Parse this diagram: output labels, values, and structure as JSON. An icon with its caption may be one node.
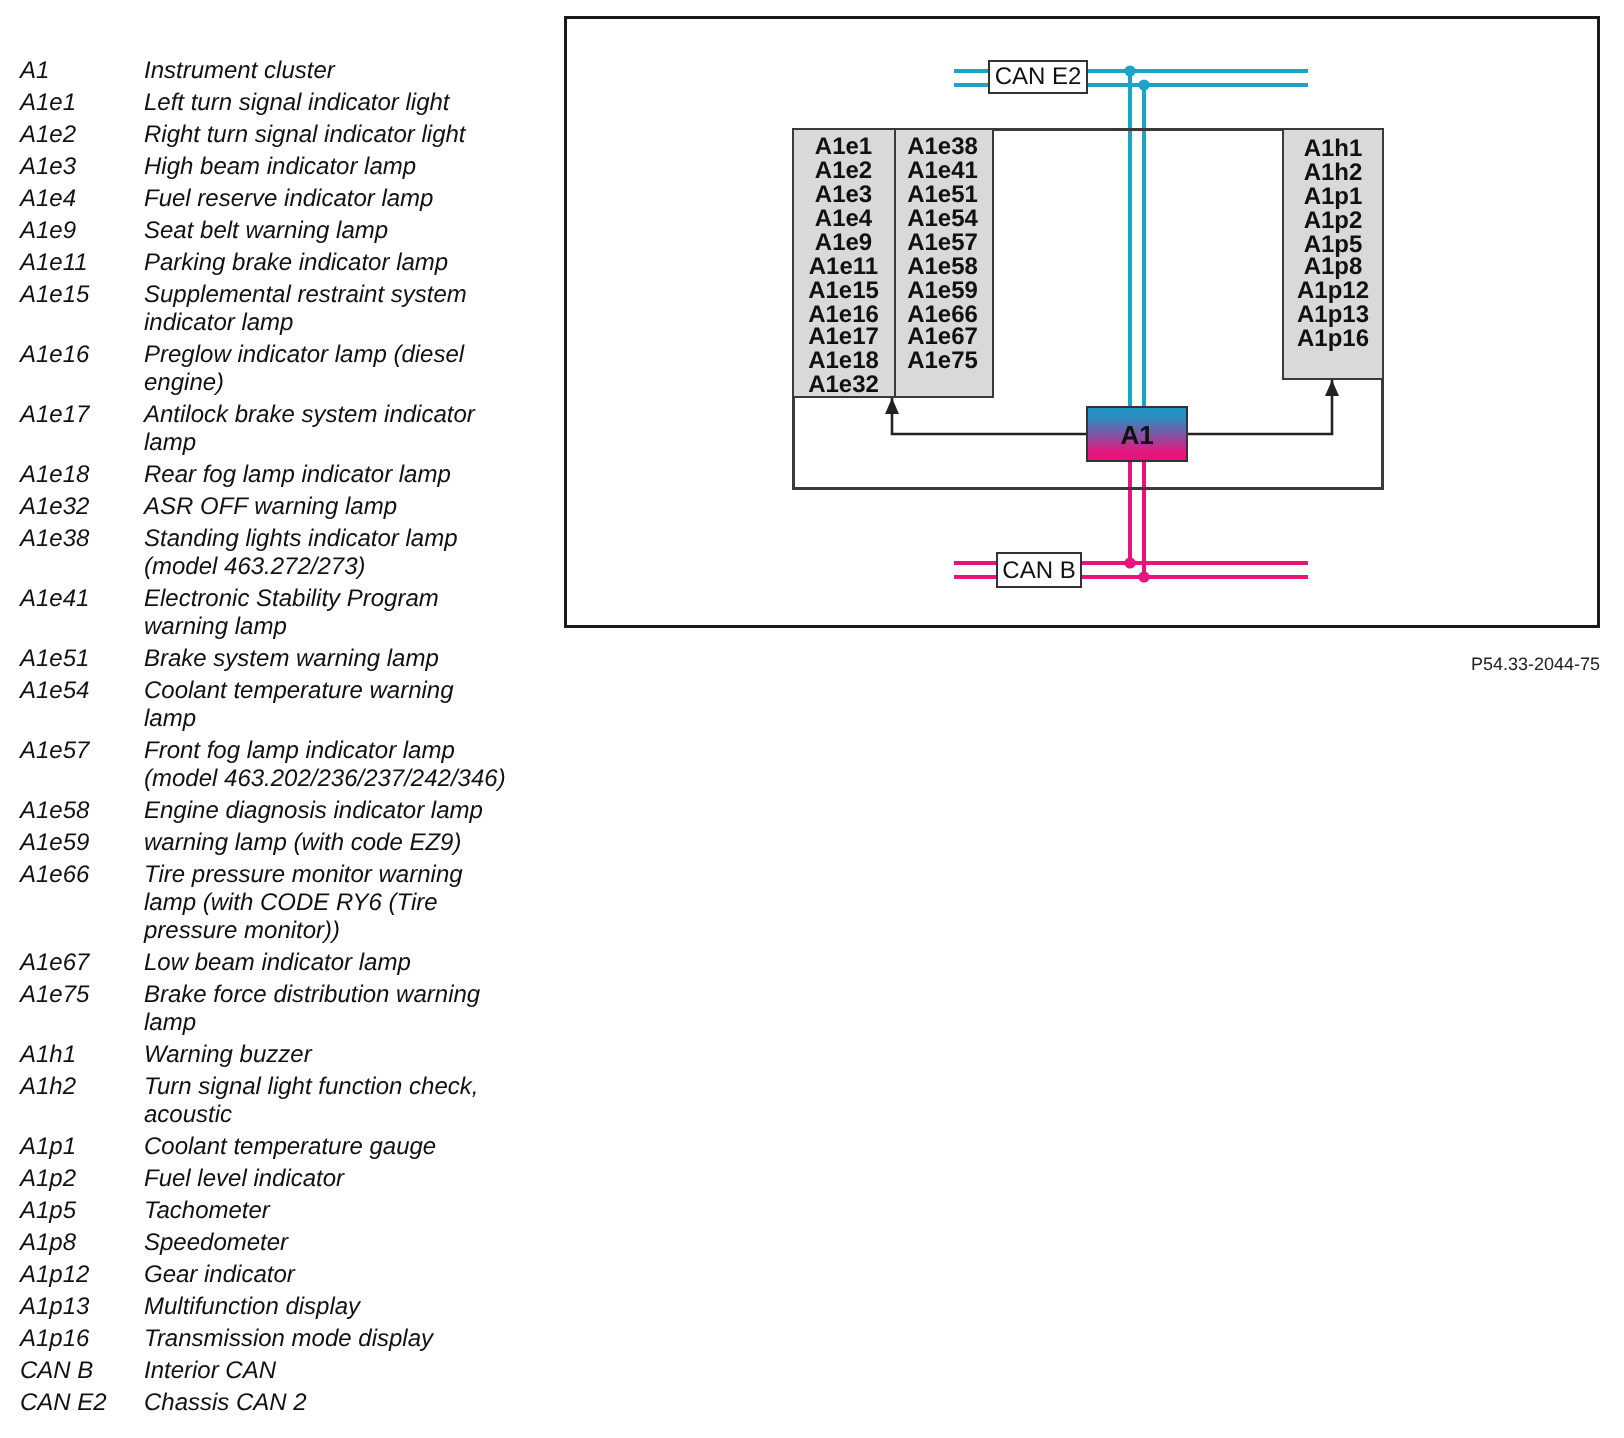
{
  "diagram": {
    "nodes": [
      {
        "text": [
          "CAN E2"
        ]
      },
      {
        "text": [],
        "shape": "box"
      },
      {
        "text": [
          "A1e1",
          "A1e2",
          "A1e3",
          "A1e4",
          "A1e9",
          "A1e11",
          "A1e15",
          "A1e16",
          "A1e17",
          "A1e18",
          "A1e32",
          "A1e38",
          "A1e41",
          "A1e51",
          "A1e54",
          "A1e57",
          "A1e58",
          "A1e59",
          "A1e66",
          "A1e67",
          "A1e75"
        ],
        "in": 1
      },
      {
        "text": [
          "A1h1",
          "A1h2",
          "A1p1",
          "A1p2",
          "A1p5",
          "A1p8",
          "A1p12",
          "A1p13",
          "A1p16"
        ],
        "in": 1
      },
      {
        "text": [
          "A1"
        ],
        "in": 1
      },
      {
        "text": [
          "CAN B"
        ]
      }
    ],
    "edges": [
      {
        "from": 0,
        "to": 4,
        "arrow": "none",
        "color": "#1ba3c9"
      },
      {
        "from": 0,
        "to": 4,
        "arrow": "none",
        "color": "#1ba3c9"
      },
      {
        "from": 4,
        "to": 2,
        "arrow": "to",
        "color": "#222222"
      },
      {
        "from": 4,
        "to": 3,
        "arrow": "to",
        "color": "#222222"
      },
      {
        "from": 5,
        "to": 4,
        "arrow": "none",
        "color": "#e8147b"
      },
      {
        "from": 5,
        "to": 4,
        "arrow": "none",
        "color": "#e8147b"
      }
    ],
    "labels": [
      "A1",
      "Instrument cluster",
      "A1e1",
      "Left turn signal indicator light",
      "A1e2",
      "Right turn signal indicator light",
      "A1e3",
      "High beam indicator lamp",
      "A1e4",
      "Fuel reserve indicator lamp",
      "A1e9",
      "Seat belt warning lamp",
      "A1e11",
      "Parking brake indicator lamp",
      "A1e15",
      "Supplemental restraint system indicator lamp",
      "A1e16",
      "Preglow indicator lamp (diesel engine)",
      "A1e17",
      "Antilock brake system indicator lamp",
      "A1e18",
      "Rear fog lamp indicator lamp",
      "A1e32",
      "ASR OFF warning lamp",
      "A1e38",
      "Standing lights indicator lamp (model 463.272/273)",
      "A1e41",
      "Electronic Stability Program warning lamp",
      "A1e51",
      "Brake system warning lamp",
      "A1e54",
      "Coolant temperature warning lamp",
      "A1e57",
      "Front fog lamp indicator lamp (model 463.202/236/237/242/346)",
      "A1e58",
      "Engine diagnosis indicator lamp",
      "A1e59",
      "warning lamp (with code EZ9)",
      "A1e66",
      "Tire pressure monitor warning lamp (with CODE RY6 (Tire pressure monitor))",
      "A1e67",
      "Low beam indicator lamp",
      "A1e75",
      "Brake force distribution warning lamp",
      "A1h1",
      "Warning buzzer",
      "A1h2",
      "Turn signal light function check, acoustic",
      "A1p1",
      "Coolant temperature gauge",
      "A1p2",
      "Fuel level indicator",
      "A1p5",
      "Tachometer",
      "A1p8",
      "Speedometer",
      "A1p12",
      "Gear indicator",
      "A1p13",
      "Multifunction display",
      "A1p16",
      "Transmission mode display",
      "CAN B",
      "Interior CAN",
      "CAN E2",
      "Chassis CAN 2",
      "P54.33-2044-75"
    ]
  }
}
